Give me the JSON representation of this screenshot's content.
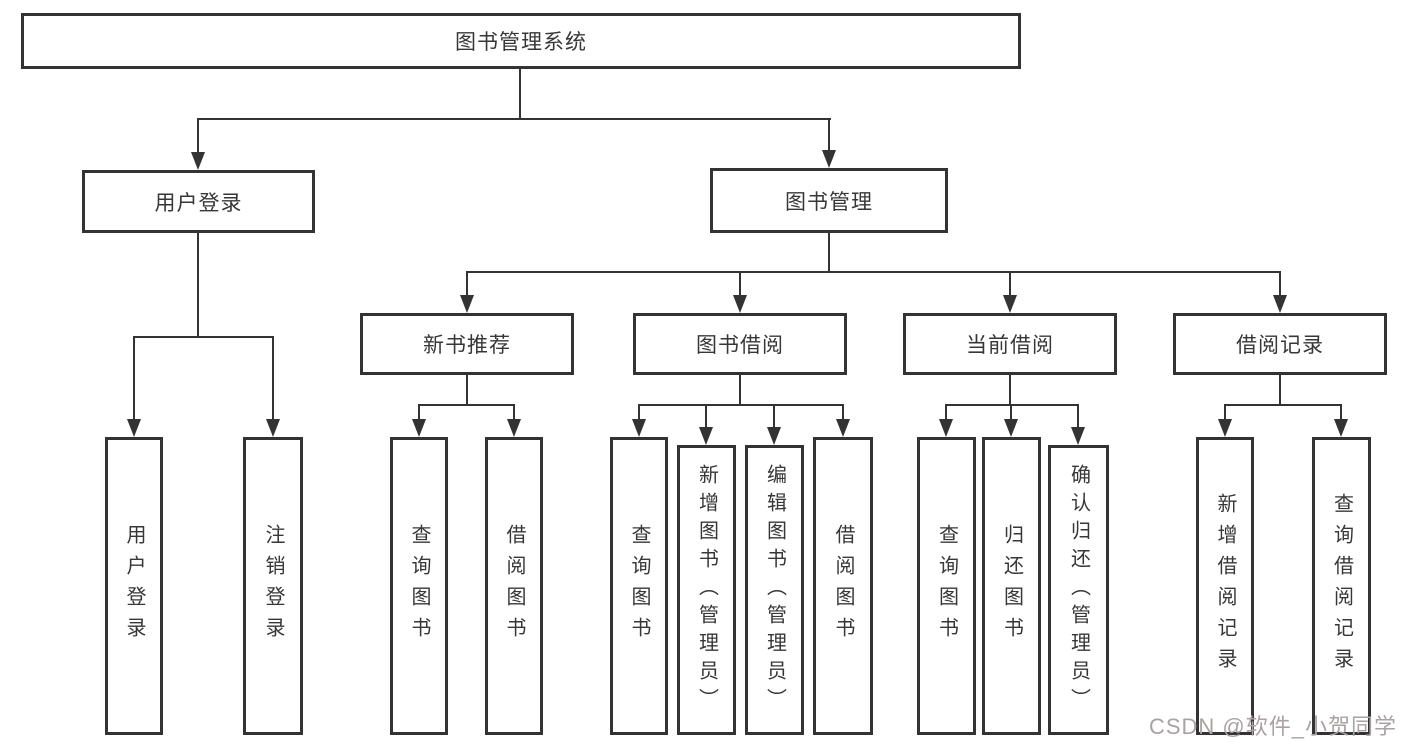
{
  "diagram": {
    "type": "hierarchy",
    "root": {
      "label": "图书管理系统",
      "children": [
        {
          "label": "用户登录",
          "children": [
            {
              "label": "用户登录"
            },
            {
              "label": "注销登录"
            }
          ]
        },
        {
          "label": "图书管理",
          "children": [
            {
              "label": "新书推荐",
              "children": [
                {
                  "label": "查询图书"
                },
                {
                  "label": "借阅图书"
                }
              ]
            },
            {
              "label": "图书借阅",
              "children": [
                {
                  "label": "查询图书"
                },
                {
                  "label": "新增图书（管理员）"
                },
                {
                  "label": "编辑图书（管理员）"
                },
                {
                  "label": "借阅图书"
                }
              ]
            },
            {
              "label": "当前借阅",
              "children": [
                {
                  "label": "查询图书"
                },
                {
                  "label": "归还图书"
                },
                {
                  "label": "确认归还（管理员）"
                }
              ]
            },
            {
              "label": "借阅记录",
              "children": [
                {
                  "label": "新增借阅记录"
                },
                {
                  "label": "查询借阅记录"
                }
              ]
            }
          ]
        }
      ]
    }
  },
  "watermark": {
    "text": "CSDN @软件_小贺同学"
  },
  "colors": {
    "line": "#333333",
    "box_border": "#333333",
    "text": "#373737",
    "watermark": "#aaa2a2",
    "background": "#ffffff"
  }
}
